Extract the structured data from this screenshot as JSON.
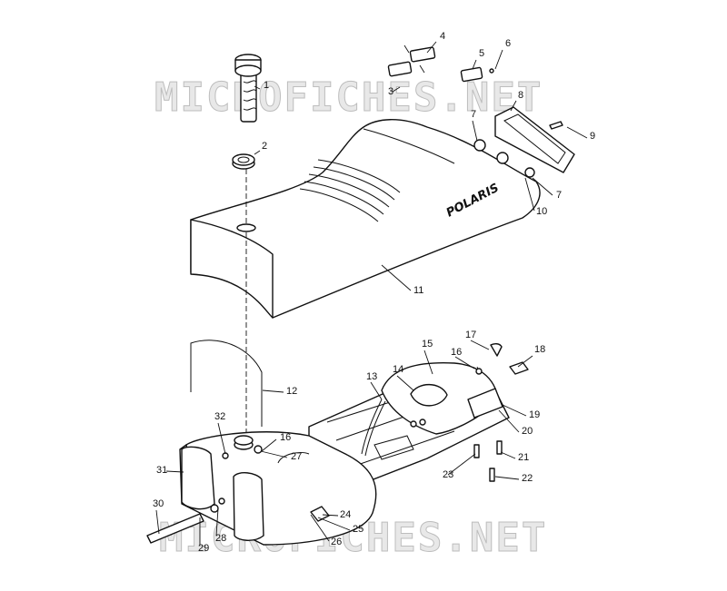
{
  "watermark": "MICROFICHES.NET",
  "brand_logo": "POLARIS",
  "callouts": [
    "1",
    "2",
    "3",
    "4",
    "5",
    "6",
    "7",
    "8",
    "9",
    "7",
    "10",
    "11",
    "12",
    "13",
    "14",
    "15",
    "16",
    "17",
    "18",
    "19",
    "20",
    "21",
    "22",
    "23",
    "24",
    "25",
    "26",
    "27",
    "16",
    "28",
    "29",
    "30",
    "31",
    "32"
  ]
}
